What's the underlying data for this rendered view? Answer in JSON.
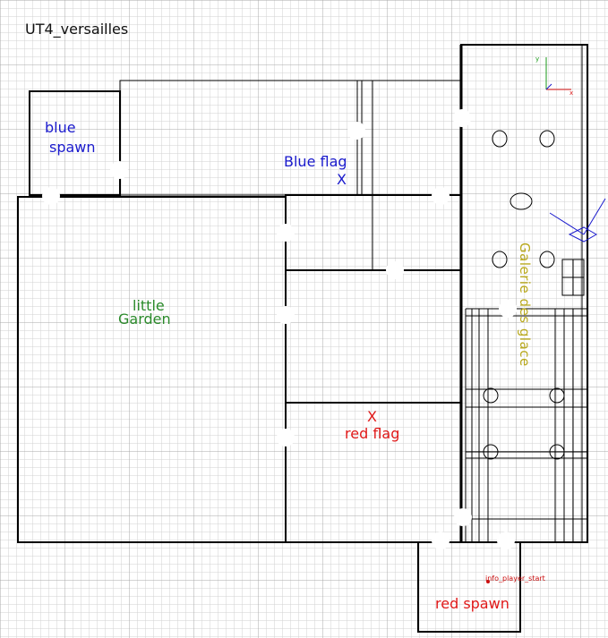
{
  "map_title": "UT4_versailles",
  "labels": {
    "blue_spawn_line1": "blue",
    "blue_spawn_line2": "spawn",
    "blue_flag": "Blue flag",
    "blue_flag_marker": "X",
    "little_garden_line1": "little",
    "little_garden_line2": "Garden",
    "red_flag_marker": "X",
    "red_flag": "red flag",
    "red_spawn": "red spawn",
    "info_player_start": "info_player_start",
    "galerie": "Galerie des glace"
  },
  "colors": {
    "blue_team": "#1a1acc",
    "red_team": "#e01818",
    "garden": "#2a8a2a",
    "galerie": "#b8a81c",
    "grid_minor": "#cfcfcf",
    "grid_major": "#a8a8a8",
    "walls": "#000000",
    "door_nodes": "#ffffff"
  },
  "icons": {
    "axis_gizmo": "axis-gizmo-icon",
    "camera": "camera-icon",
    "door_node": "door-node-icon"
  }
}
